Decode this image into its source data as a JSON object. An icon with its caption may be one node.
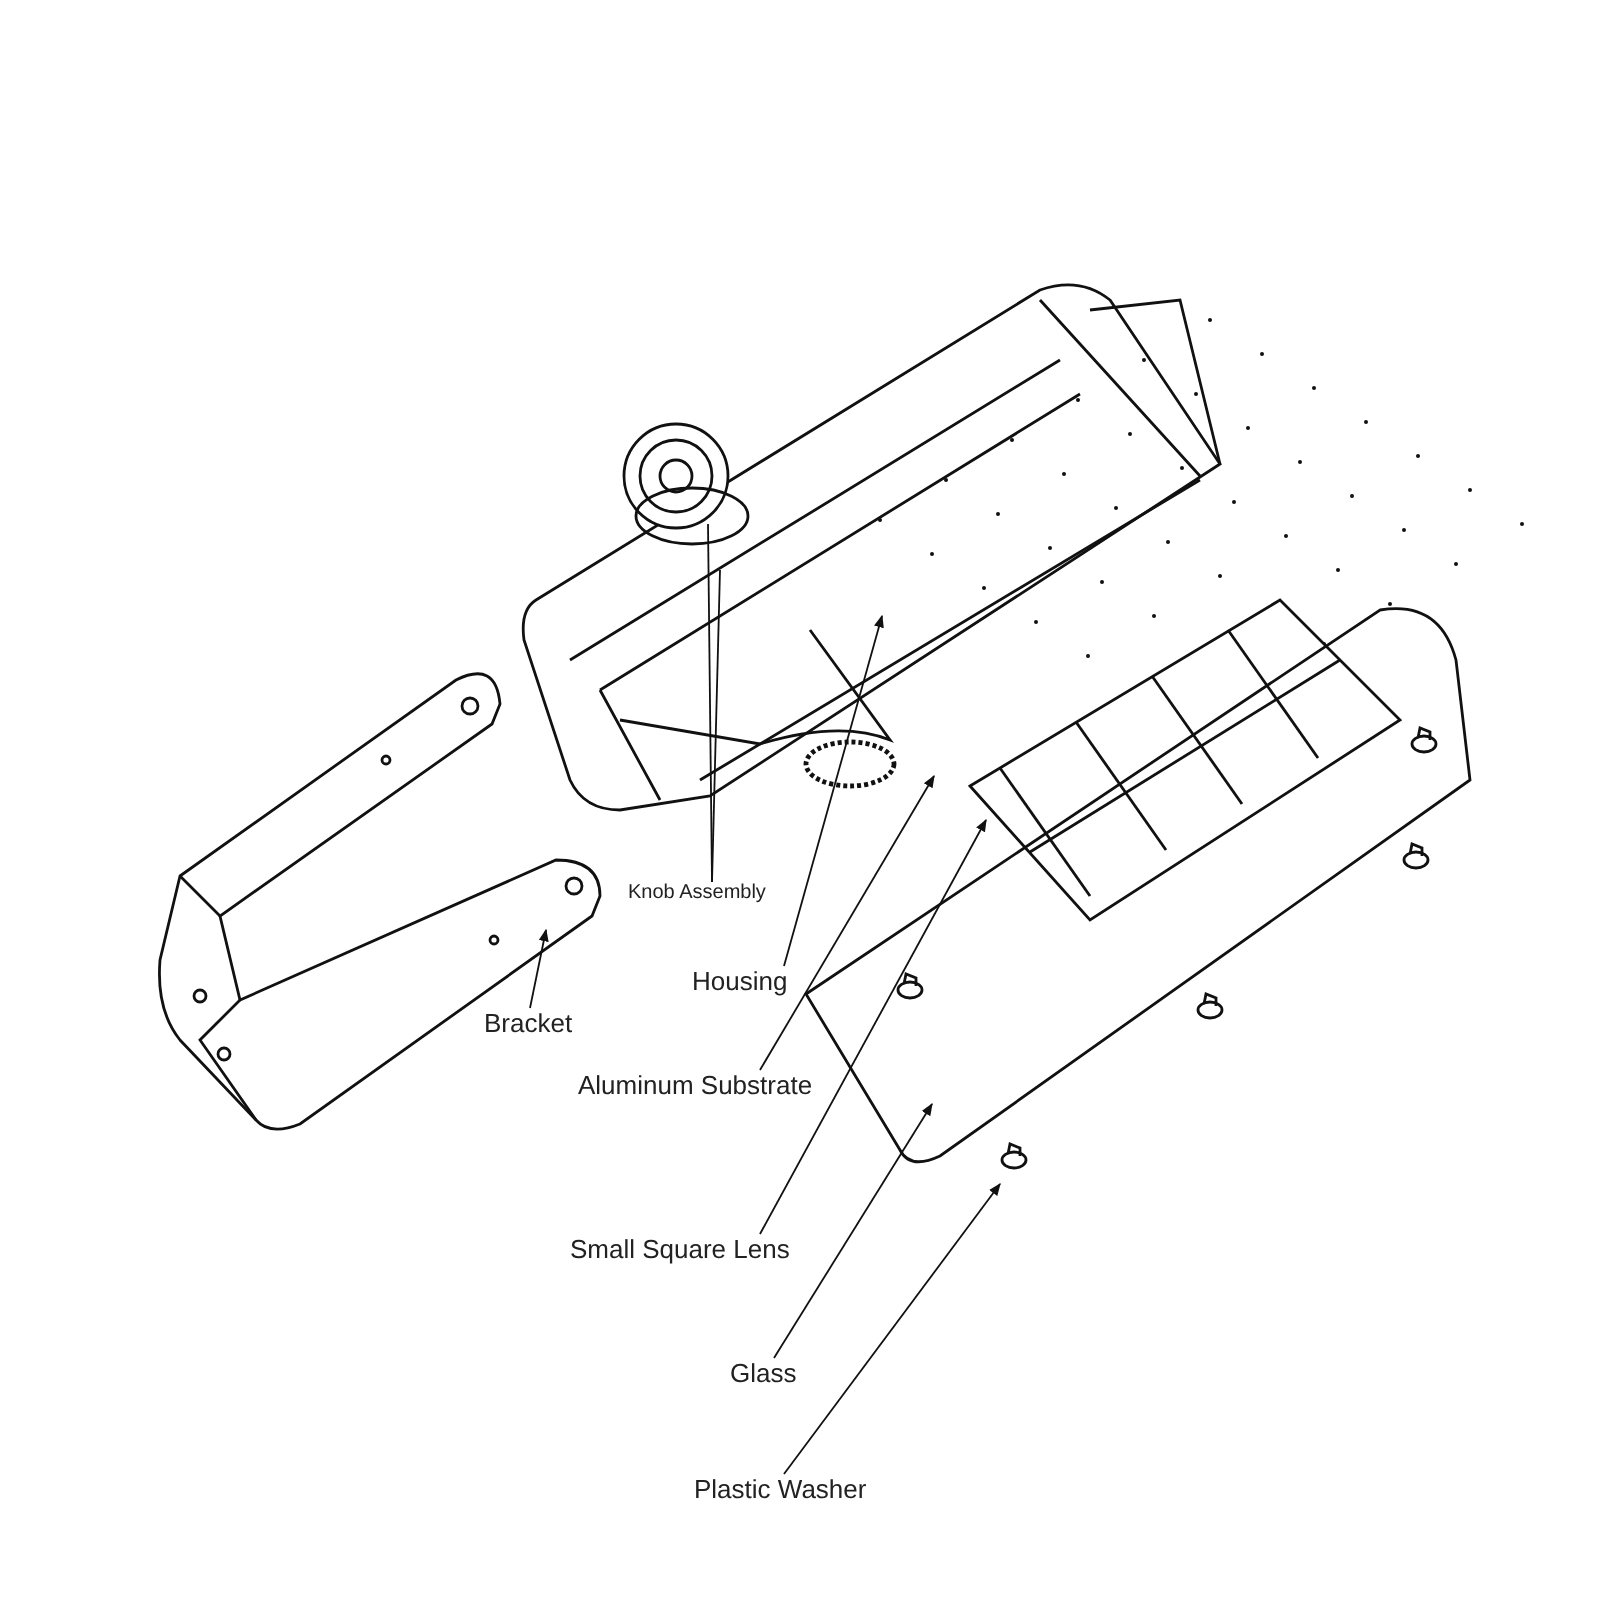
{
  "diagram": {
    "nodes": [
      {
        "text": [
          "Knob Assembly"
        ]
      },
      {
        "text": [
          "Housing"
        ]
      },
      {
        "text": [
          "Bracket"
        ]
      },
      {
        "text": [
          "Aluminum Substrate"
        ]
      },
      {
        "text": [
          "Small Square Lens"
        ]
      },
      {
        "text": [
          "Glass"
        ]
      },
      {
        "text": [
          "Plastic Washer"
        ]
      }
    ],
    "edges": [
      {
        "from": 0,
        "to": null,
        "arrow": "none"
      },
      {
        "from": 0,
        "to": null,
        "arrow": "none"
      },
      {
        "from": 1,
        "to": null,
        "arrow": "to"
      },
      {
        "from": 2,
        "to": null,
        "arrow": "to"
      },
      {
        "from": 3,
        "to": null,
        "arrow": "to"
      },
      {
        "from": 4,
        "to": null,
        "arrow": "to"
      },
      {
        "from": 5,
        "to": null,
        "arrow": "to"
      },
      {
        "from": 6,
        "to": null,
        "arrow": "to"
      }
    ]
  }
}
